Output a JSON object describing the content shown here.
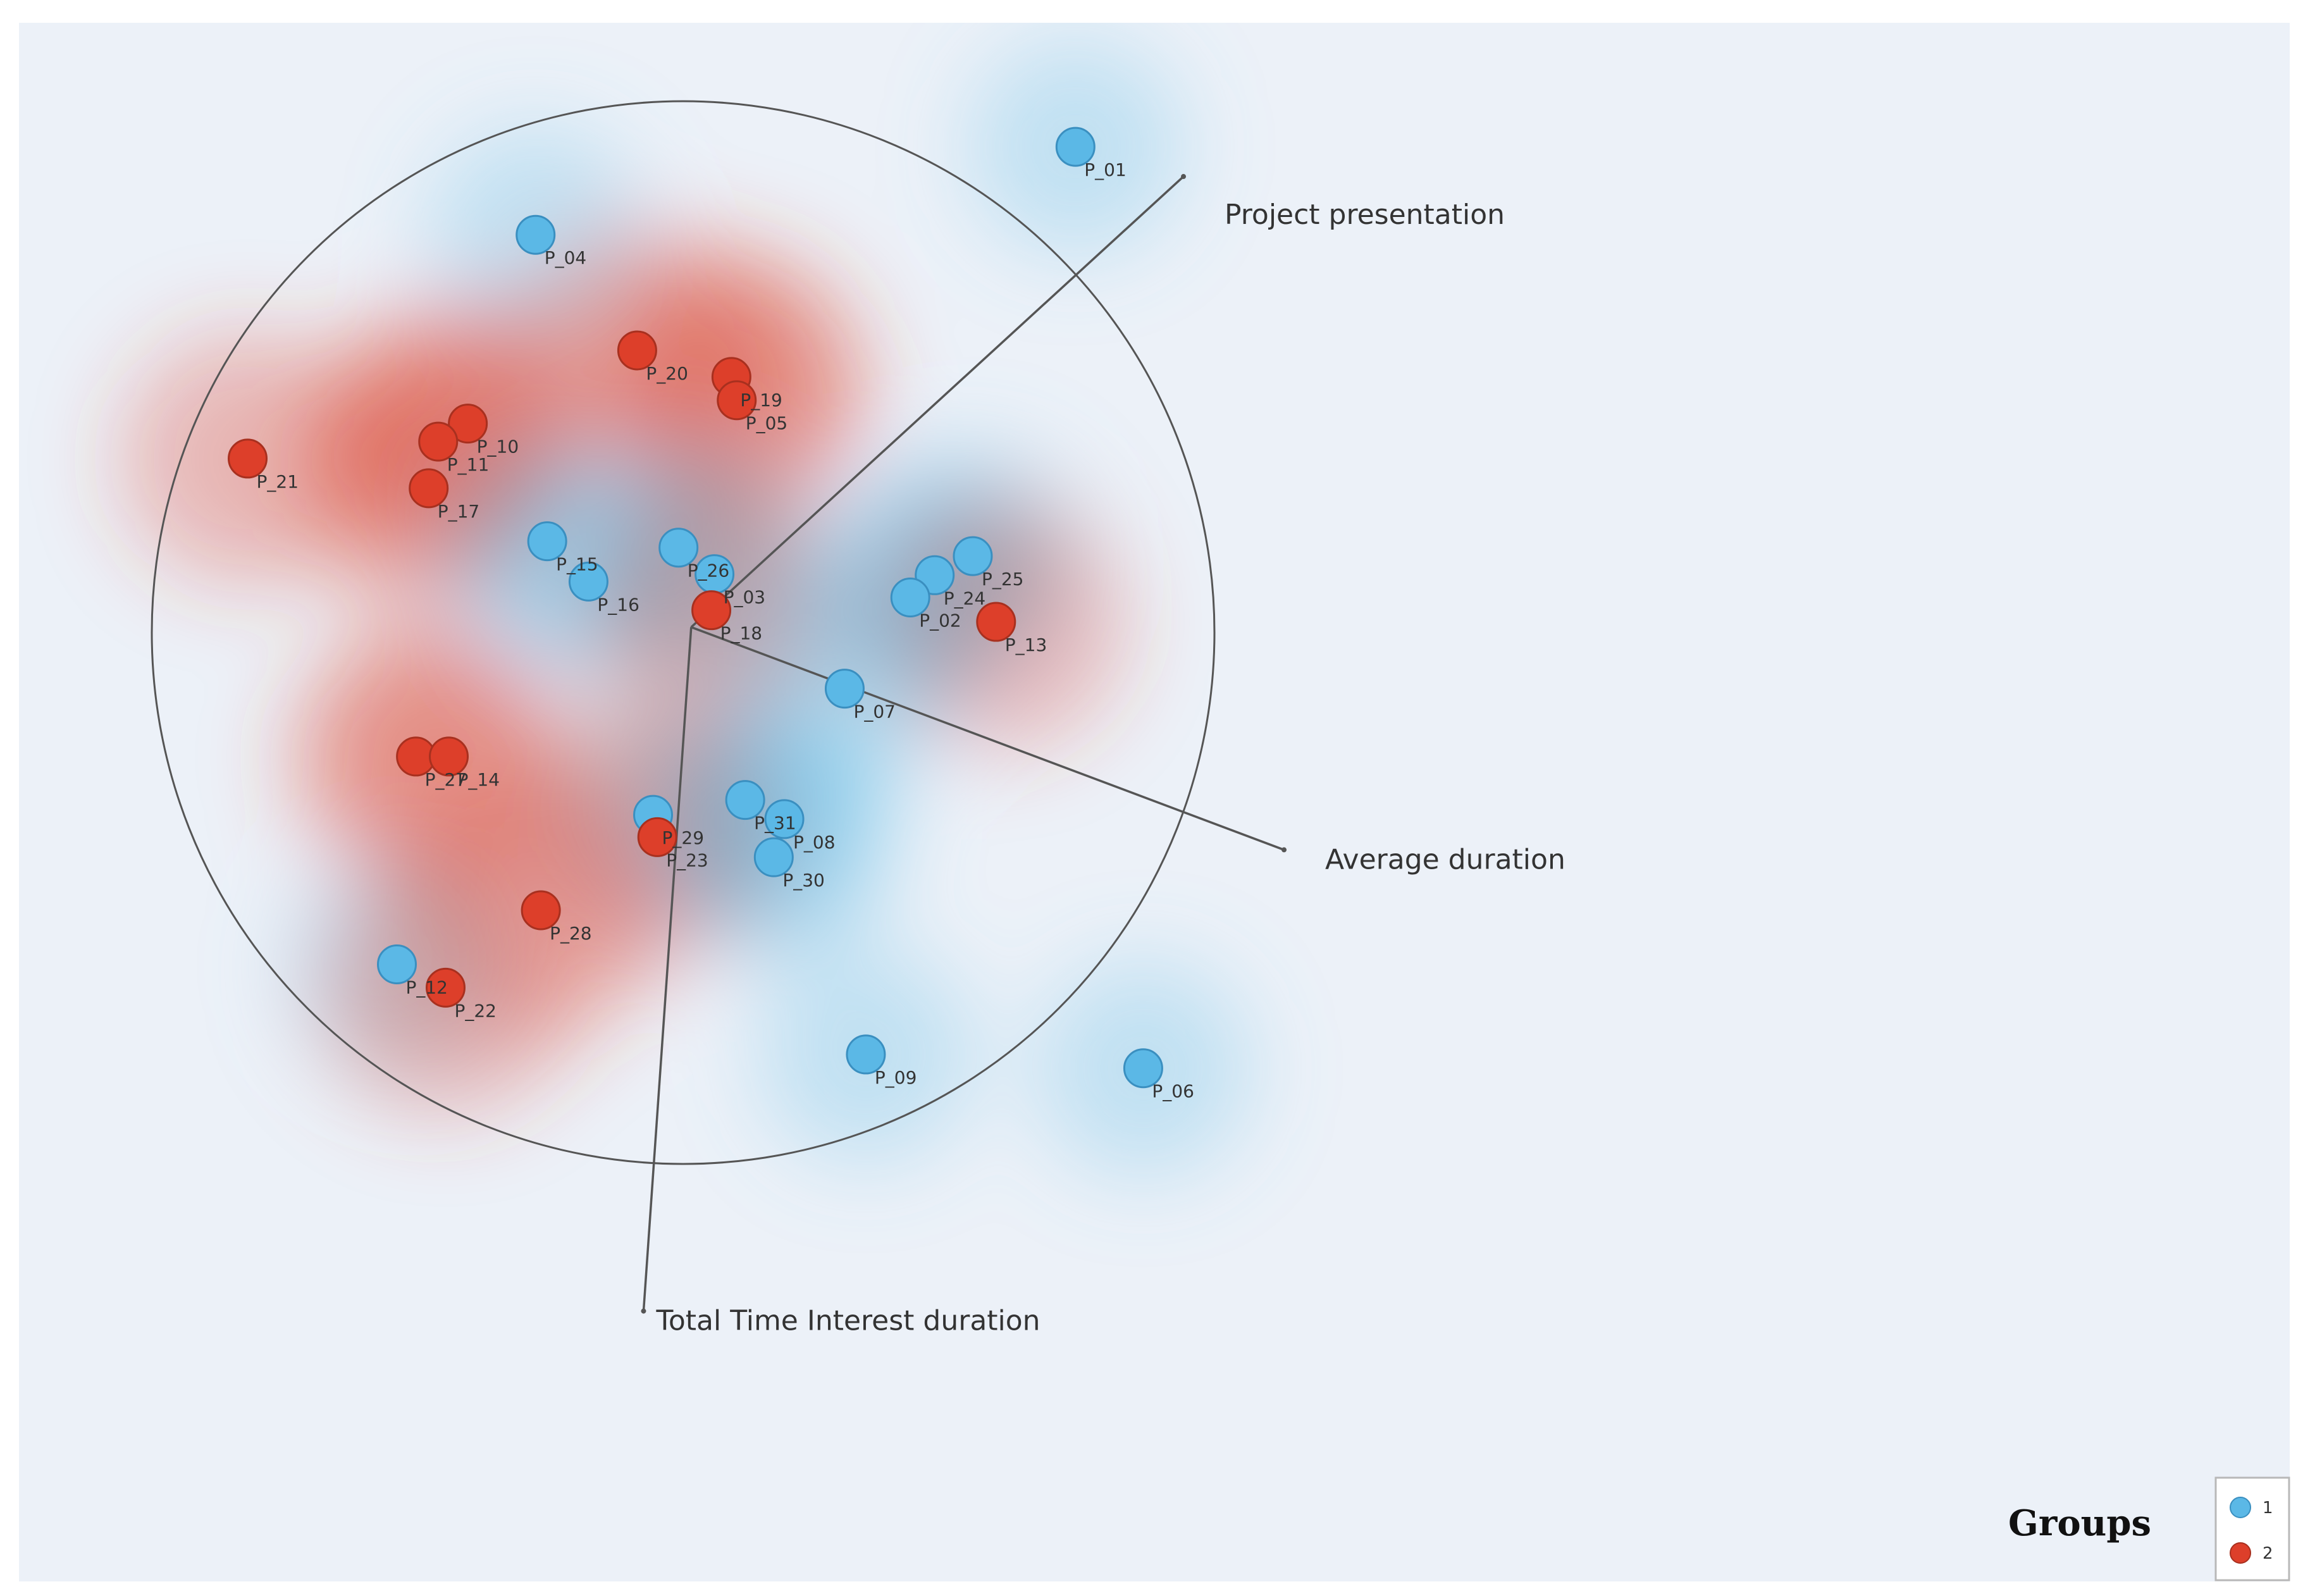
{
  "chart_data": {
    "type": "scatter",
    "subtype": "freeviz-projection",
    "background": "group density map (red = group 2, blue = group 1)",
    "groups": [
      {
        "name": "1",
        "color": "#5bb8e6"
      },
      {
        "name": "2",
        "color": "#dd3f2a"
      }
    ],
    "legend": {
      "title": "Groups",
      "position": "bottom-right"
    },
    "anchors": [
      {
        "name": "Project presentation",
        "x": 0.465,
        "y": 0.425
      },
      {
        "name": "Average duration",
        "x": 0.56,
        "y": -0.21
      },
      {
        "name": "Total Time Interest duration",
        "x": -0.045,
        "y": -0.645
      }
    ],
    "xlim": [
      -0.635,
      1.51
    ],
    "ylim": [
      -0.9,
      0.57
    ],
    "grid": false,
    "points": [
      {
        "label": "P_01",
        "group": "1",
        "x": 0.363,
        "y": 0.453
      },
      {
        "label": "P_04",
        "group": "1",
        "x": -0.147,
        "y": 0.37
      },
      {
        "label": "P_20",
        "group": "2",
        "x": -0.051,
        "y": 0.261
      },
      {
        "label": "P_19",
        "group": "2",
        "x": 0.038,
        "y": 0.236
      },
      {
        "label": "P_05",
        "group": "2",
        "x": 0.043,
        "y": 0.214
      },
      {
        "label": "P_10",
        "group": "2",
        "x": -0.211,
        "y": 0.192
      },
      {
        "label": "P_11",
        "group": "2",
        "x": -0.239,
        "y": 0.175
      },
      {
        "label": "P_21",
        "group": "2",
        "x": -0.419,
        "y": 0.159
      },
      {
        "label": "P_17",
        "group": "2",
        "x": -0.248,
        "y": 0.131
      },
      {
        "label": "P_15",
        "group": "1",
        "x": -0.136,
        "y": 0.081
      },
      {
        "label": "P_26",
        "group": "1",
        "x": -0.012,
        "y": 0.075
      },
      {
        "label": "P_16",
        "group": "1",
        "x": -0.097,
        "y": 0.043
      },
      {
        "label": "P_03",
        "group": "1",
        "x": 0.022,
        "y": 0.05
      },
      {
        "label": "P_18",
        "group": "2",
        "x": 0.019,
        "y": 0.016
      },
      {
        "label": "P_25",
        "group": "1",
        "x": 0.266,
        "y": 0.067
      },
      {
        "label": "P_24",
        "group": "1",
        "x": 0.23,
        "y": 0.049
      },
      {
        "label": "P_02",
        "group": "1",
        "x": 0.207,
        "y": 0.028
      },
      {
        "label": "P_13",
        "group": "2",
        "x": 0.288,
        "y": 0.005
      },
      {
        "label": "P_07",
        "group": "1",
        "x": 0.145,
        "y": -0.058
      },
      {
        "label": "P_27",
        "group": "2",
        "x": -0.26,
        "y": -0.122
      },
      {
        "label": "P_14",
        "group": "2",
        "x": -0.229,
        "y": -0.122
      },
      {
        "label": "P_31",
        "group": "1",
        "x": 0.051,
        "y": -0.163
      },
      {
        "label": "P_08",
        "group": "1",
        "x": 0.088,
        "y": -0.181
      },
      {
        "label": "P_29",
        "group": "1",
        "x": -0.036,
        "y": -0.177
      },
      {
        "label": "P_23",
        "group": "2",
        "x": -0.032,
        "y": -0.198
      },
      {
        "label": "P_30",
        "group": "1",
        "x": 0.078,
        "y": -0.217
      },
      {
        "label": "P_28",
        "group": "2",
        "x": -0.142,
        "y": -0.267
      },
      {
        "label": "P_12",
        "group": "1",
        "x": -0.278,
        "y": -0.318
      },
      {
        "label": "P_22",
        "group": "2",
        "x": -0.232,
        "y": -0.34
      },
      {
        "label": "P_09",
        "group": "1",
        "x": 0.165,
        "y": -0.403
      },
      {
        "label": "P_06",
        "group": "1",
        "x": 0.427,
        "y": -0.416
      }
    ]
  }
}
